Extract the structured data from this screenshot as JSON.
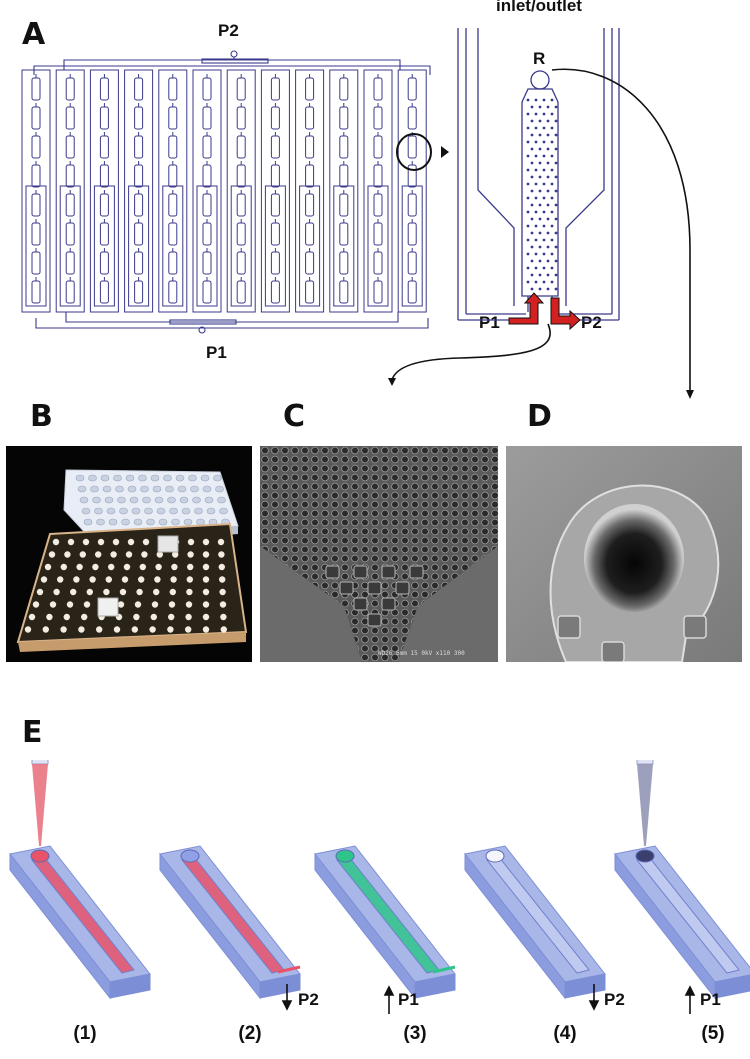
{
  "figure": {
    "panels": {
      "a": {
        "letter": "A",
        "port_top": "P2",
        "port_bottom": "P1",
        "inlet_label": "inlet/outlet",
        "r_label": "R",
        "p1": "P1",
        "p2": "P2"
      },
      "b": {
        "letter": "B"
      },
      "c": {
        "letter": "C",
        "sem_caption": "WD26  6mm  15  0kV  x110   300"
      },
      "d": {
        "letter": "D"
      },
      "e": {
        "letter": "E",
        "steps": [
          {
            "label": "(1)",
            "port": "",
            "fill": "#e8536a",
            "pipette": "#e66b78"
          },
          {
            "label": "(2)",
            "port": "P2",
            "fill": "#e8536a",
            "pipette": ""
          },
          {
            "label": "(3)",
            "port": "P1",
            "fill": "#2fc48a",
            "pipette": ""
          },
          {
            "label": "(4)",
            "port": "P2",
            "fill": "",
            "pipette": ""
          },
          {
            "label": "(5)",
            "port": "P1",
            "fill": "",
            "pipette": "#8c8fb0"
          }
        ]
      }
    },
    "colors": {
      "chip_line": "#3a3a8c",
      "arrow_red": "#d32020",
      "chip_block": "#a9b6e8",
      "chip_edge": "#7d8fd6"
    }
  }
}
